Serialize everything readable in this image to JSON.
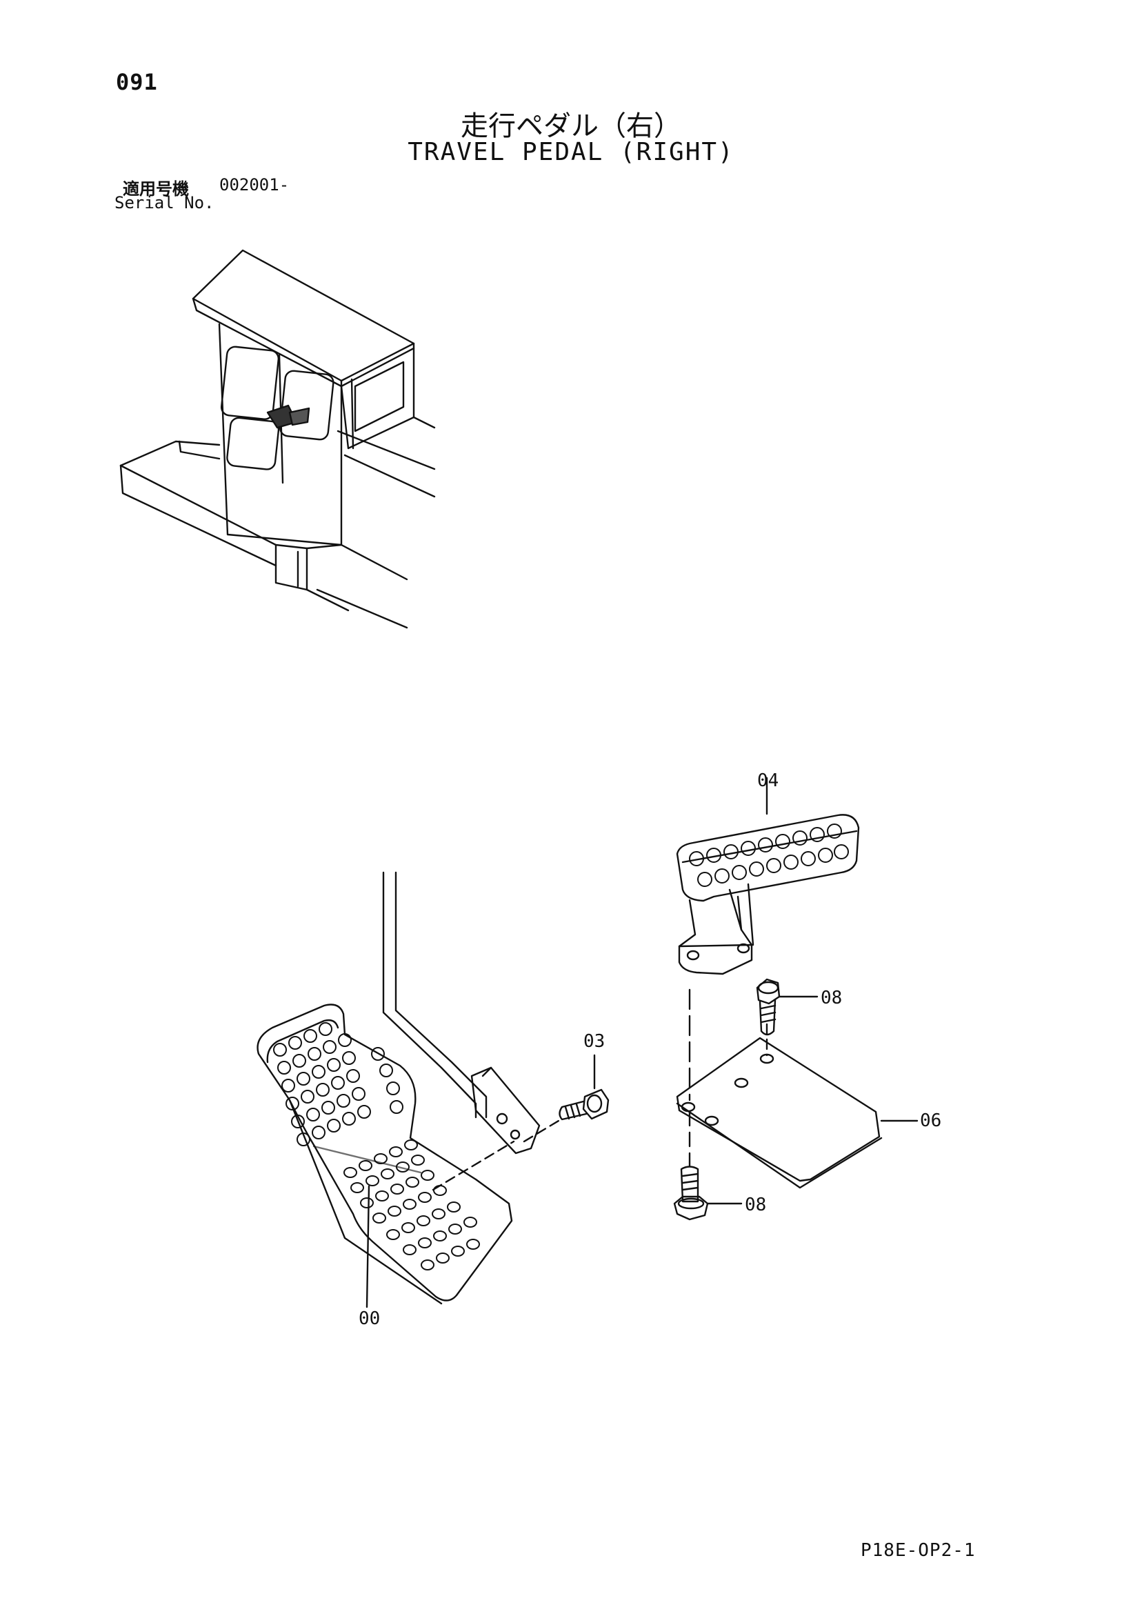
{
  "header": {
    "page_number": "091",
    "title_jp": "走行ペダル（右）",
    "title_en": "TRAVEL PEDAL (RIGHT)",
    "serial_label_jp": "適用号機",
    "serial_value": "002001-",
    "serial_label_en": "Serial No."
  },
  "callouts": {
    "p00": "00",
    "p03": "03",
    "p04": "04",
    "p06": "06",
    "p08a": "08",
    "p08b": "08"
  },
  "footer": {
    "doc_code": "P18E-OP2-1"
  }
}
